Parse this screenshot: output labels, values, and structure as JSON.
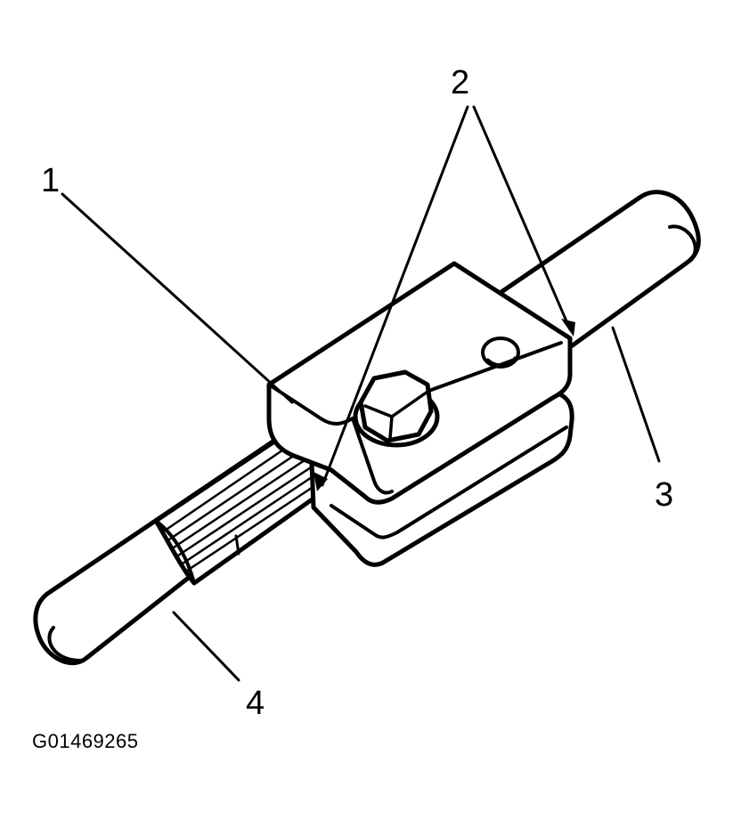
{
  "figure": {
    "id_label": "G01469265"
  },
  "callouts": {
    "c1": "1",
    "c2": "2",
    "c3": "3",
    "c4": "4"
  },
  "parts": {
    "clamp_body": "clamp-block",
    "bolt": "hex-bolt",
    "shaft": "shaft",
    "splined_sleeve": "splined-sleeve"
  }
}
